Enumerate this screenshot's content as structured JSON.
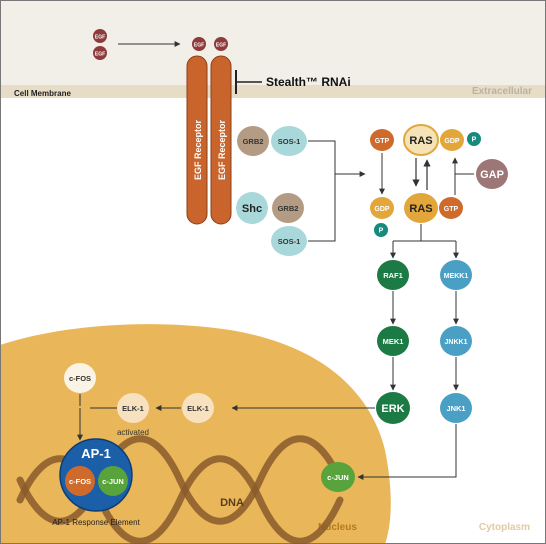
{
  "regions": {
    "cell_membrane": "Cell Membrane",
    "extracellular": "Extracellular",
    "nucleus": "Nucleus",
    "cytoplasm": "Cytoplasm"
  },
  "ligand": {
    "egf": "EGF"
  },
  "inhibitor": {
    "label": "Stealth™ RNAi"
  },
  "receptor": {
    "label": "EGF Receptor"
  },
  "adaptors": {
    "grb2": "GRB2",
    "sos1": "SOS-1",
    "shc": "Shc"
  },
  "gtpase": {
    "gtp": "GTP",
    "gdp": "GDP",
    "ras": "RAS",
    "p": "P",
    "gap": "GAP"
  },
  "kinases": {
    "raf1": "RAF1",
    "mek1": "MEK1",
    "erk": "ERK",
    "mekk1": "MEKK1",
    "jnkk1": "JNKK1",
    "jnk1": "JNK1"
  },
  "nuclear": {
    "elk1": "ELK-1",
    "activated": "activated",
    "cfos": "c-FOS",
    "cjun": "c-JUN",
    "ap1": "AP-1",
    "dna": "DNA",
    "response_element": "AP-1 Response Element"
  },
  "colors": {
    "background": "#fefefe",
    "extracellular": "#f2efe9",
    "membrane": "#e7dcc5",
    "nucleus": "#e9b75a",
    "receptor": "#c9652c",
    "egf": "#8e3b3b",
    "grb2": "#b49c84",
    "sos1": "#a9d8db",
    "gtp_orange": "#cf6a2d",
    "ras_gold": "#e2a63a",
    "p_teal": "#168a7c",
    "gap": "#9d7777",
    "green_dark": "#1c7a45",
    "blue_kinase": "#4aa0c4",
    "elk1": "#f7e1bf",
    "ap1_blue": "#1a5fa8",
    "cjun_green": "#58a33b",
    "dna_brown": "#8a5a2b"
  }
}
